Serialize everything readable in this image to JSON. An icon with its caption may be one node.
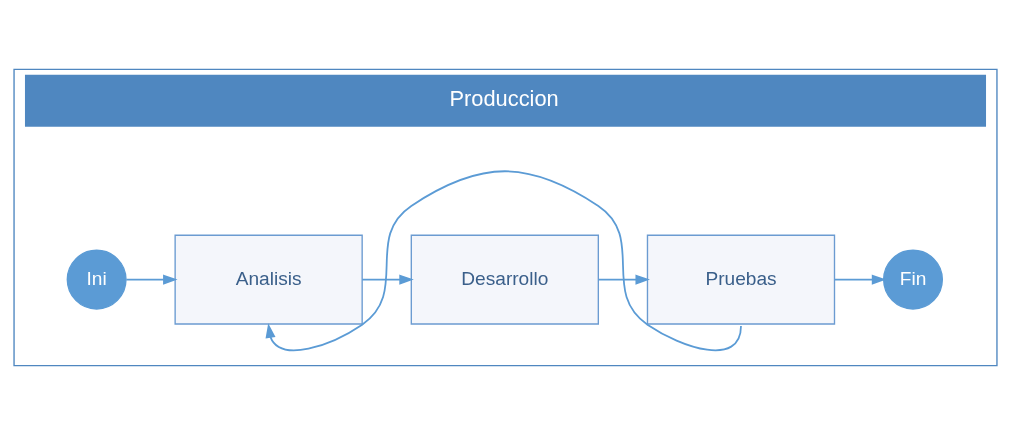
{
  "diagram": {
    "nodes": [
      {
        "text": [
          "Produccion"
        ]
      },
      {
        "text": [
          "Ini"
        ],
        "in": 0
      },
      {
        "text": [
          "Analisis"
        ],
        "in": 0
      },
      {
        "text": [
          "Desarrollo"
        ],
        "in": 0
      },
      {
        "text": [
          "Pruebas"
        ],
        "in": 0
      },
      {
        "text": [
          "Fin"
        ],
        "in": 0
      }
    ],
    "edges": [
      {
        "from": 1,
        "to": 2,
        "arrow": "to"
      },
      {
        "from": 2,
        "to": 3,
        "arrow": "to"
      },
      {
        "from": 3,
        "to": 4,
        "arrow": "to"
      },
      {
        "from": 4,
        "to": 5,
        "arrow": "to"
      },
      {
        "from": 4,
        "to": 2,
        "arrow": "to"
      }
    ]
  }
}
